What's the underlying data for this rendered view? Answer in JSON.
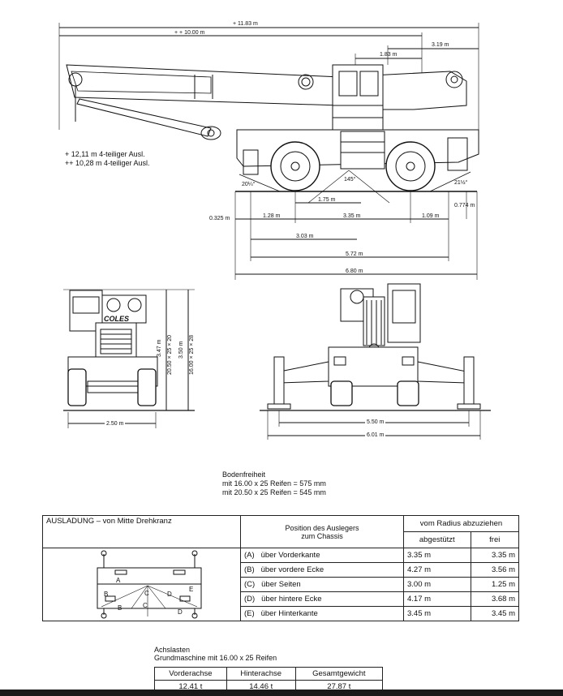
{
  "side_view": {
    "dim_total_length": "+ 11.83 m",
    "dim_boom": "+ + 10.00 m",
    "dim_tail": "3.19 m",
    "dim_cab": "1.83 m",
    "angle_front": "20¼°",
    "angle_rear": "21½°",
    "angle_mid": "145°",
    "dim_wheelbase_inner": "1.75 m",
    "dim_front_clear": "0.325 m",
    "dim_front_over": "1.28 m",
    "dim_wheelbase": "3.35 m",
    "dim_rear_over": "1.09 m",
    "dim_rear_height": "0.774 m",
    "dim_303": "3.03 m",
    "dim_572": "5.72 m",
    "dim_680": "6.80 m",
    "note_line1": "+ 12,11 m 4-teiliger Ausl.",
    "note_line2": "++ 10,28 m 4-teiliger Ausl."
  },
  "front_view": {
    "dim_width": "2.50 m",
    "dim_h1": "3.47 m",
    "dim_h1_tyre": "20.50 × 25 × 20",
    "dim_h2": "3.50 m",
    "dim_h2_tyre": "16.00 × 25 × 28",
    "logo_text": "COLES"
  },
  "rear_view": {
    "dim_550": "5.50 m",
    "dim_601": "6.01 m"
  },
  "ground_clearance": {
    "title": "Bodenfreiheit",
    "line1": "mit 16.00 x 25 Reifen = 575 mm",
    "line2": "mit 20.50 x 25 Reifen = 545 mm"
  },
  "radius_table": {
    "header_left": "AUSLADUNG – von Mitte Drehkranz",
    "header_position": "Position des Auslegers\nzum Chassis",
    "header_deduct": "vom Radius abzuziehen",
    "sub_supported": "abgestützt",
    "sub_free": "frei",
    "diagram_labels": [
      "A",
      "B",
      "C",
      "D",
      "E",
      "B",
      "C",
      "D"
    ],
    "rows": [
      {
        "pos": "(A)",
        "text": "über Vorderkante",
        "supported": "3.35 m",
        "free": "3.35 m"
      },
      {
        "pos": "(B)",
        "text": "über vordere Ecke",
        "supported": "4.27 m",
        "free": "3.56 m"
      },
      {
        "pos": "(C)",
        "text": "über Seiten",
        "supported": "3.00 m",
        "free": "1.25 m"
      },
      {
        "pos": "(D)",
        "text": "über hintere Ecke",
        "supported": "4.17 m",
        "free": "3.68 m"
      },
      {
        "pos": "(E)",
        "text": "über Hinterkante",
        "supported": "3.45 m",
        "free": "3.45 m"
      }
    ]
  },
  "axle_loads": {
    "title": "Achslasten",
    "subtitle": "Grundmaschine mit 16.00 x 25 Reifen",
    "col_front": "Vorderachse",
    "col_rear": "Hinterachse",
    "col_total": "Gesamtgewicht",
    "val_front": "12.41 t",
    "val_rear": "14.46 t",
    "val_total": "27.87 t"
  }
}
